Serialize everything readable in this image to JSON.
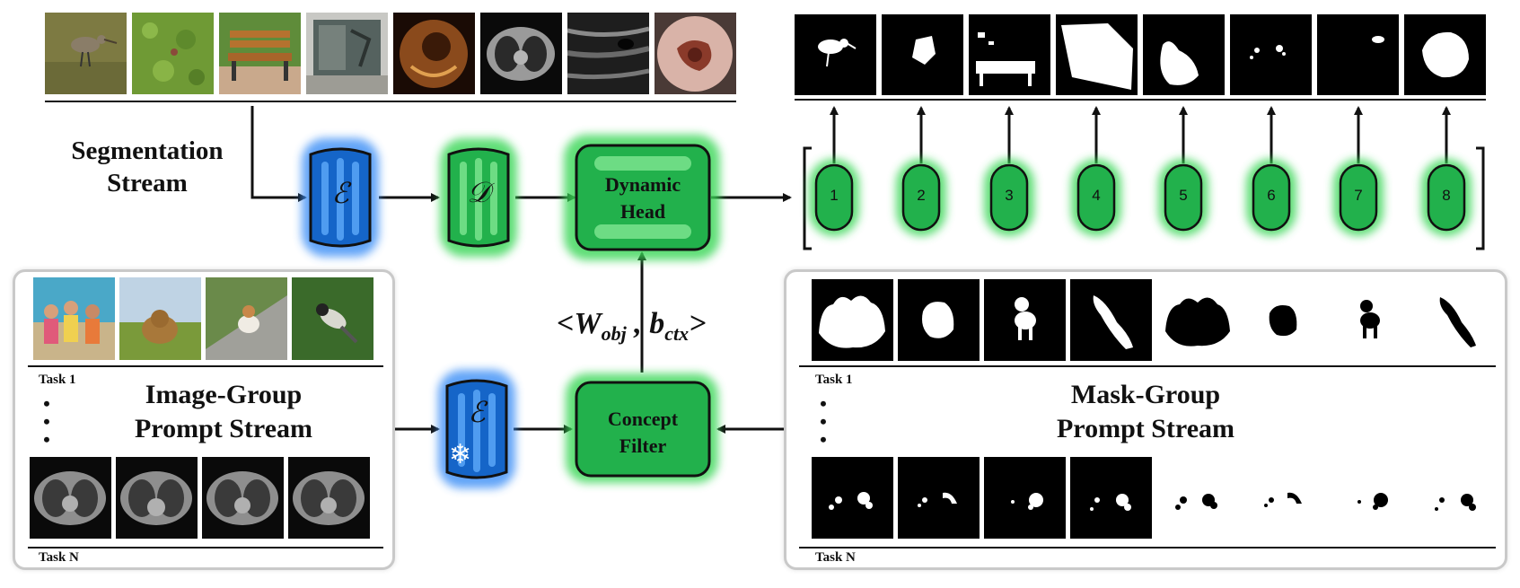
{
  "segmentation_stream": {
    "title_line1": "Segmentation",
    "title_line2": "Stream",
    "input_images": [
      "bird-on-sand",
      "grass-field",
      "park-bench",
      "car-window",
      "endoscopy",
      "lung-ct",
      "ultrasound",
      "skin-lesion"
    ],
    "output_masks": [
      "bird-mask",
      "blob-mask",
      "bench-mask",
      "window-mask",
      "polyp-mask",
      "lung-spots-mask",
      "small-spot-mask",
      "lesion-mask"
    ]
  },
  "encoder": {
    "symbol": "ℰ"
  },
  "decoder": {
    "symbol": "𝒟"
  },
  "dynamic_head": {
    "line1": "Dynamic",
    "line2": "Head"
  },
  "concept_filter": {
    "line1": "Concept",
    "line2": "Filter"
  },
  "formula": {
    "open": "<W",
    "sub1": "obj",
    "mid": " , b",
    "sub2": "ctx",
    "close": ">"
  },
  "output_tokens": [
    "1",
    "2",
    "3",
    "4",
    "5",
    "6",
    "7",
    "8"
  ],
  "image_group": {
    "title_line1": "Image-Group",
    "title_line2": "Prompt Stream",
    "task_first": "Task 1",
    "task_last": "Task N",
    "dots": [
      "•",
      "•",
      "•"
    ]
  },
  "mask_group": {
    "title_line1": "Mask-Group",
    "title_line2": "Prompt Stream",
    "task_first": "Task 1",
    "task_last": "Task N",
    "dots": [
      "•",
      "•",
      "•"
    ]
  },
  "frozen_icon": "snowflake-icon",
  "colors": {
    "blue": "#1565c8",
    "green": "#22b14c",
    "glow_green": "#2cd14a",
    "glow_blue": "#1e7ff0"
  }
}
